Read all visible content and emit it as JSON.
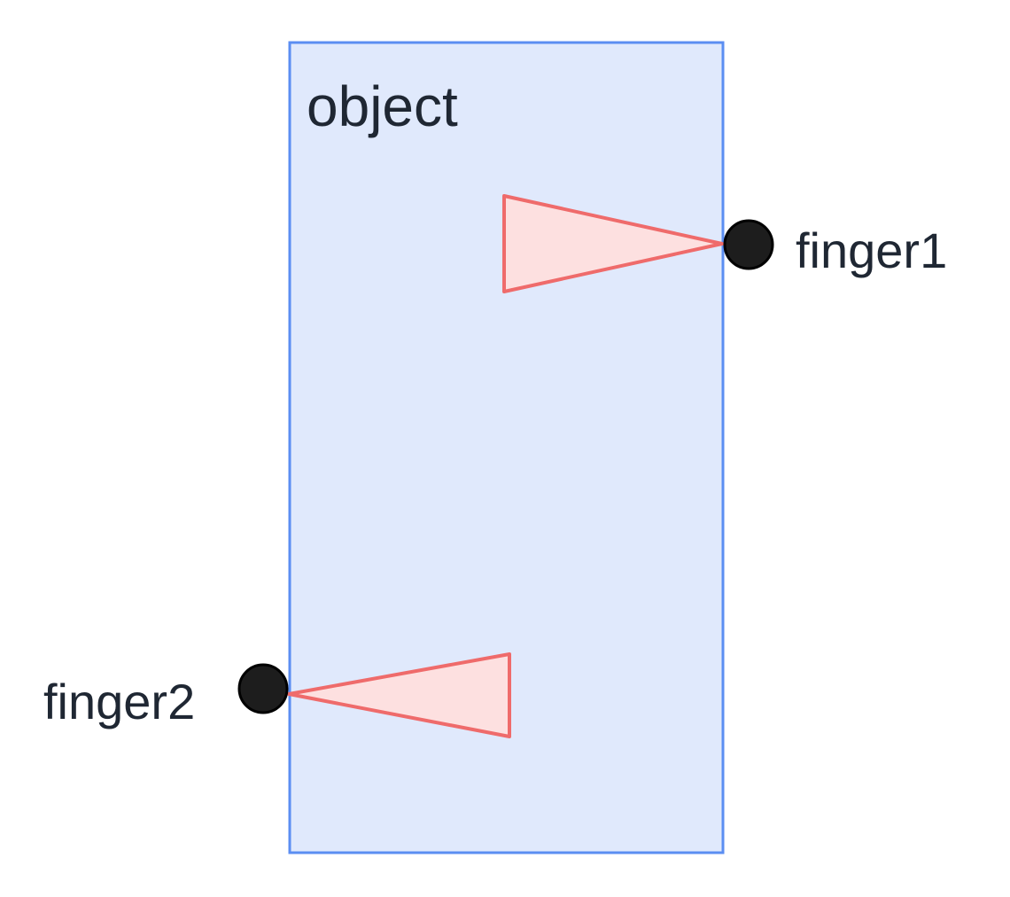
{
  "object": {
    "label": "object",
    "fill": "#e0e9fc",
    "stroke": "#5b8ef2"
  },
  "fingers": [
    {
      "label": "finger1",
      "side": "right"
    },
    {
      "label": "finger2",
      "side": "left"
    }
  ],
  "finger_color": "#1d1d1d",
  "force_cone": {
    "fill": "#fde0e0",
    "stroke": "#ef6b6b"
  }
}
